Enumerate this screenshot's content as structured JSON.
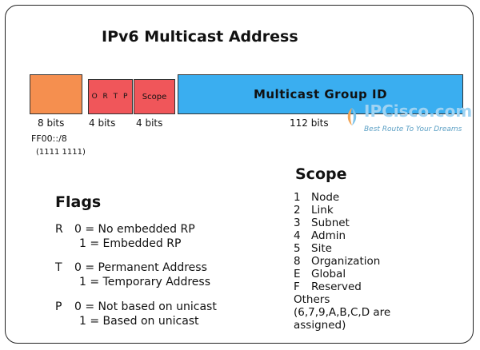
{
  "title": "IPv6 Multicast Address",
  "boxes": {
    "orange_label": "",
    "flags_label": "O R T P",
    "scope_label": "Scope",
    "group_label": "Multicast Group ID"
  },
  "bits": {
    "first": "8 bits",
    "second": "4 bits",
    "third": "4 bits",
    "fourth": "112 bits"
  },
  "prefix": {
    "hex": "FF00::/8",
    "binary": "(1111 1111)"
  },
  "watermark": {
    "brand": "IPCisco.com",
    "tagline": "Best Route To Your Dreams"
  },
  "flags": {
    "heading": "Flags",
    "items": [
      {
        "letter": "R",
        "zero": "0 = No embedded RP",
        "one": "1 =  Embedded RP"
      },
      {
        "letter": "T",
        "zero": "0 = Permanent Address",
        "one": "1 = Temporary Address"
      },
      {
        "letter": "P",
        "zero": "0 = Not based on unicast",
        "one": "1 = Based on unicast"
      }
    ]
  },
  "scope": {
    "heading": "Scope",
    "items": [
      {
        "code": "1",
        "name": "Node"
      },
      {
        "code": "2",
        "name": "Link"
      },
      {
        "code": "3",
        "name": "Subnet"
      },
      {
        "code": "4",
        "name": "Admin"
      },
      {
        "code": "5",
        "name": "Site"
      },
      {
        "code": "8",
        "name": "Organization"
      },
      {
        "code": "E",
        "name": "Global"
      },
      {
        "code": "F",
        "name": "Reserved"
      }
    ],
    "others_label": "Others",
    "others_note_1": "(6,7,9,A,B,C,D are",
    "others_note_2": "assigned)"
  }
}
